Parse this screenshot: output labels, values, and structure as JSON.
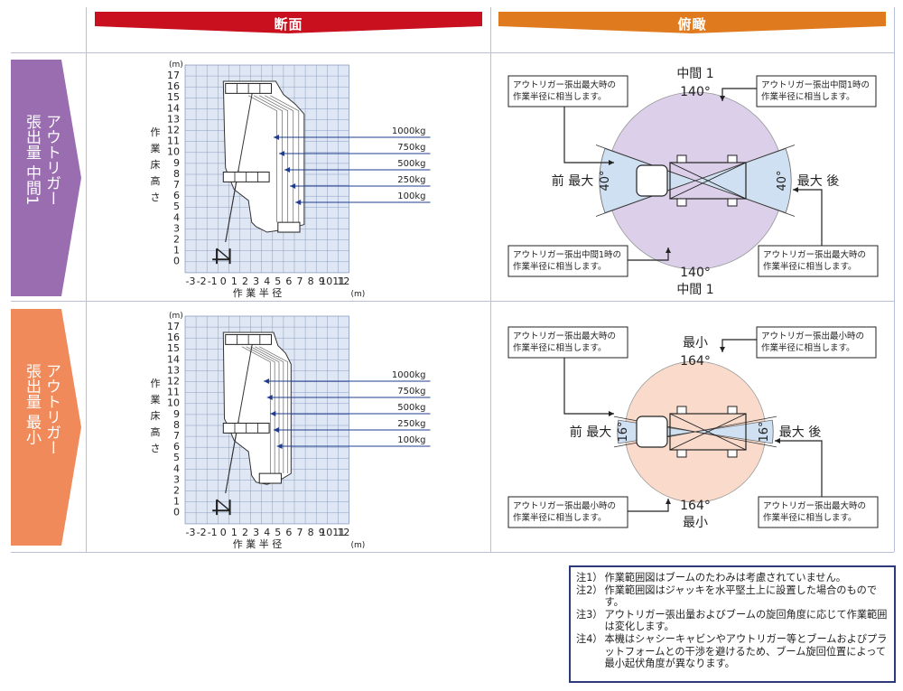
{
  "headers": {
    "section": "断面",
    "topview": "俯瞰"
  },
  "rows": [
    {
      "side_line1": "アウトリガー",
      "side_line2": "張出量 中間1",
      "section": {
        "y_unit": "(m)",
        "x_unit": "(m)",
        "y_ticks": [
          "17",
          "16",
          "15",
          "14",
          "13",
          "12",
          "11",
          "10",
          "9",
          "8",
          "7",
          "6",
          "5",
          "4",
          "3",
          "2",
          "1",
          "0"
        ],
        "x_ticks": [
          "-3",
          "-2",
          "-1",
          "0",
          "1",
          "2",
          "3",
          "4",
          "5",
          "6",
          "7",
          "8",
          "9",
          "1011",
          "12"
        ],
        "y_label": [
          "作",
          "業",
          "床",
          "高",
          "さ"
        ],
        "x_label": "作 業 半 径",
        "loads": [
          "1000kg",
          "750kg",
          "500kg",
          "250kg",
          "100kg"
        ]
      },
      "top": {
        "label_top": "中間 1",
        "angle_top": "140°",
        "label_bottom": "中間 1",
        "angle_bottom": "140°",
        "front": "前 最大",
        "rear": "最大 後",
        "side_angle_left": "40°",
        "side_angle_right": "40°",
        "callout_tl": [
          "アウトリガー張出最大時の",
          "作業半径に相当します。"
        ],
        "callout_tr": [
          "アウトリガー張出中間1時の",
          "作業半径に相当します。"
        ],
        "callout_bl": [
          "アウトリガー張出中間1時の",
          "作業半径に相当します。"
        ],
        "callout_br": [
          "アウトリガー張出最大時の",
          "作業半径に相当します。"
        ],
        "circle_color": "#dccfe9",
        "sector_color": "#cfe0f2"
      }
    },
    {
      "side_line1": "アウトリガー",
      "side_line2": "張出量 最小",
      "section": {
        "y_unit": "(m)",
        "x_unit": "(m)",
        "y_ticks": [
          "17",
          "16",
          "15",
          "14",
          "13",
          "12",
          "11",
          "10",
          "9",
          "8",
          "7",
          "6",
          "5",
          "4",
          "3",
          "2",
          "1",
          "0"
        ],
        "x_ticks": [
          "-3",
          "-2",
          "-1",
          "0",
          "1",
          "2",
          "3",
          "4",
          "5",
          "6",
          "7",
          "8",
          "9",
          "1011",
          "12"
        ],
        "y_label": [
          "作",
          "業",
          "床",
          "高",
          "さ"
        ],
        "x_label": "作 業 半 径",
        "loads": [
          "1000kg",
          "750kg",
          "500kg",
          "250kg",
          "100kg"
        ]
      },
      "top": {
        "label_top": "最小",
        "angle_top": "164°",
        "label_bottom": "最小",
        "angle_bottom": "164°",
        "front": "前 最大",
        "rear": "最大 後",
        "side_angle_left": "16°",
        "side_angle_right": "16°",
        "callout_tl": [
          "アウトリガー張出最大時の",
          "作業半径に相当します。"
        ],
        "callout_tr": [
          "アウトリガー張出最小時の",
          "作業半径に相当します。"
        ],
        "callout_bl": [
          "アウトリガー張出最小時の",
          "作業半径に相当します。"
        ],
        "callout_br": [
          "アウトリガー張出最大時の",
          "作業半径に相当します。"
        ],
        "circle_color": "#fadbcb",
        "sector_color": "#cfe0f2"
      }
    }
  ],
  "notes": [
    {
      "label": "注1）",
      "text": "作業範囲図はブームのたわみは考慮されていません。"
    },
    {
      "label": "注2）",
      "text": "作業範囲図はジャッキを水平堅土上に設置した場合のものです。"
    },
    {
      "label": "注3）",
      "text": "アウトリガー張出量およびブームの旋回角度に応じて作業範囲は変化します。"
    },
    {
      "label": "注4）",
      "text": "本機はシャシーキャビンやアウトリガー等とブームおよびプラットフォームとの干渉を避けるため、ブーム旋回位置によって最小起伏角度が異なります。"
    }
  ],
  "colors": {
    "section_header": "#c8101e",
    "topview_header": "#e07a1e",
    "side1": "#9a6cb0",
    "side2": "#f08a5a",
    "grid_bg": "#dfe7f4",
    "grid_line": "#8a9cc0",
    "load_line": "#1f3c8c",
    "border": "#b9bfd6",
    "note_border": "#2d3a7c"
  }
}
